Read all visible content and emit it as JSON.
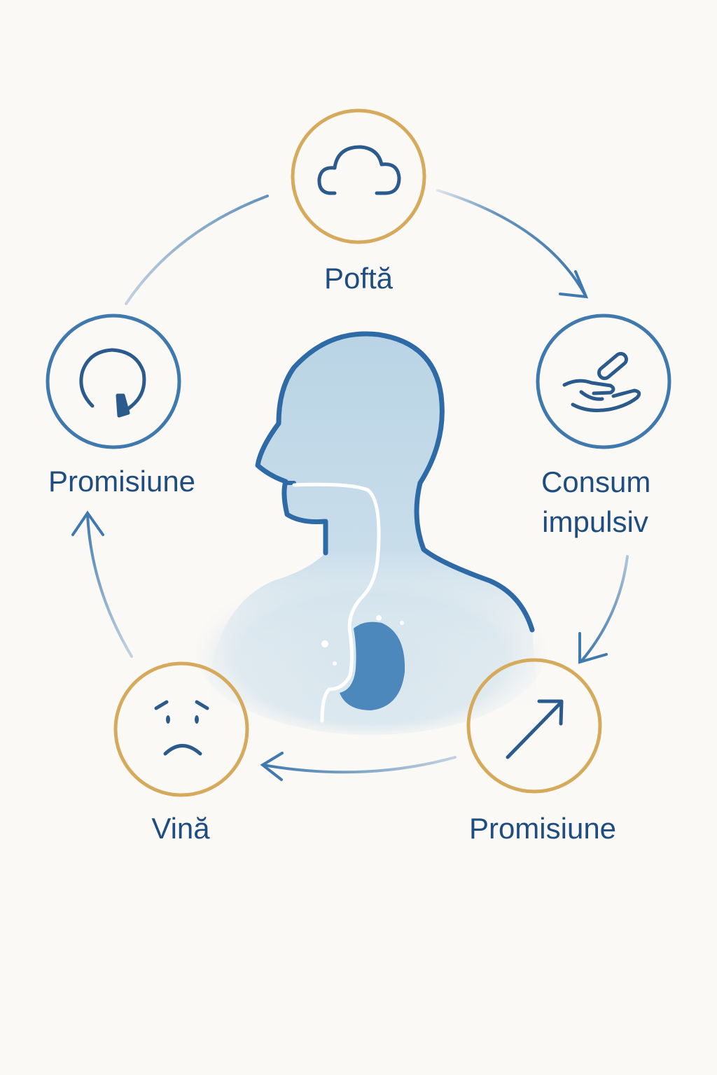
{
  "diagram": {
    "colors": {
      "background": "#fbf9f6",
      "blue_ring": "#3f79ad",
      "gold_ring": "#d6aa5c",
      "icon_stroke": "#2b5a8c",
      "label_text": "#1f4d80",
      "figure_fill": "#bcd6e6",
      "figure_outline": "#2e6aa6",
      "stomach_fill": "#4d88bd"
    },
    "nodes": [
      {
        "id": "craving",
        "label_lines": [
          "Poftă"
        ],
        "icon": "cloud-icon",
        "ring": "gold"
      },
      {
        "id": "impulsive-consumption",
        "label_lines": [
          "Consum",
          "impulsiv"
        ],
        "icon": "hand-pill-icon",
        "ring": "blue"
      },
      {
        "id": "promise-right",
        "label_lines": [
          "Promisiune"
        ],
        "icon": "arrow-up-right-icon",
        "ring": "gold"
      },
      {
        "id": "guilt",
        "label_lines": [
          "Vină"
        ],
        "icon": "sad-face-icon",
        "ring": "gold"
      },
      {
        "id": "promise-left",
        "label_lines": [
          "Promisiune"
        ],
        "icon": "refresh-icon",
        "ring": "blue"
      }
    ],
    "center_figure": "human-silhouette-digestive-icon"
  }
}
